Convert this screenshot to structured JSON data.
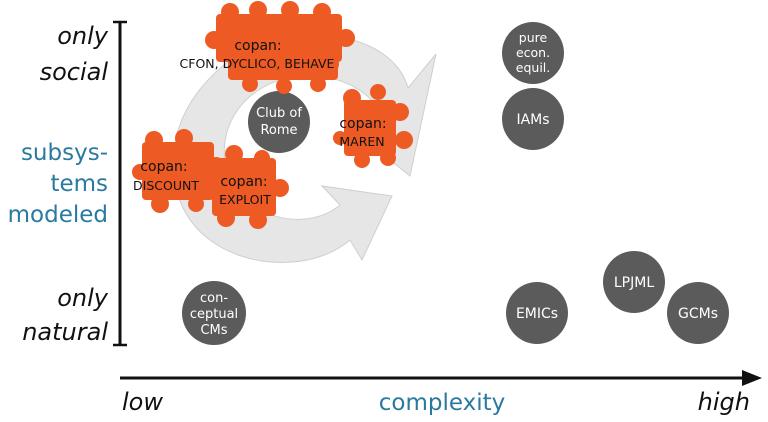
{
  "y_axis": {
    "top_label": [
      "only",
      "social"
    ],
    "middle_label": [
      "subsys-",
      "tems",
      "modeled"
    ],
    "bottom_label": [
      "only",
      "natural"
    ]
  },
  "x_axis": {
    "left_label": "low",
    "middle_label": "complexity",
    "right_label": "high"
  },
  "circles": [
    {
      "id": "club-of-rome",
      "lines": [
        "Club of",
        "Rome"
      ]
    },
    {
      "id": "pure-econ-equil",
      "lines": [
        "pure",
        "econ.",
        "equil."
      ]
    },
    {
      "id": "iams",
      "lines": [
        "IAMs"
      ]
    },
    {
      "id": "conceptual-cms",
      "lines": [
        "con-",
        "ceptual",
        "CMs"
      ]
    },
    {
      "id": "emics",
      "lines": [
        "EMICs"
      ]
    },
    {
      "id": "lpjml",
      "lines": [
        "LPJML"
      ]
    },
    {
      "id": "gcms",
      "lines": [
        "GCMs"
      ]
    }
  ],
  "puzzles": [
    {
      "id": "cfon",
      "title": "copan:",
      "subtitle": "CFON, DYCLICO, BEHAVE"
    },
    {
      "id": "maren",
      "title": "copan:",
      "subtitle": "MAREN"
    },
    {
      "id": "discount",
      "title": "copan:",
      "subtitle": "DISCOUNT"
    },
    {
      "id": "exploit",
      "title": "copan:",
      "subtitle": "EXPLOIT"
    }
  ],
  "colors": {
    "accent_blue": "#2a7aa0",
    "circle_gray": "#5b5b5c",
    "puzzle_orange": "#ee5a24",
    "arrow_gray": "#e6e6e6",
    "axis_black": "#111111"
  }
}
